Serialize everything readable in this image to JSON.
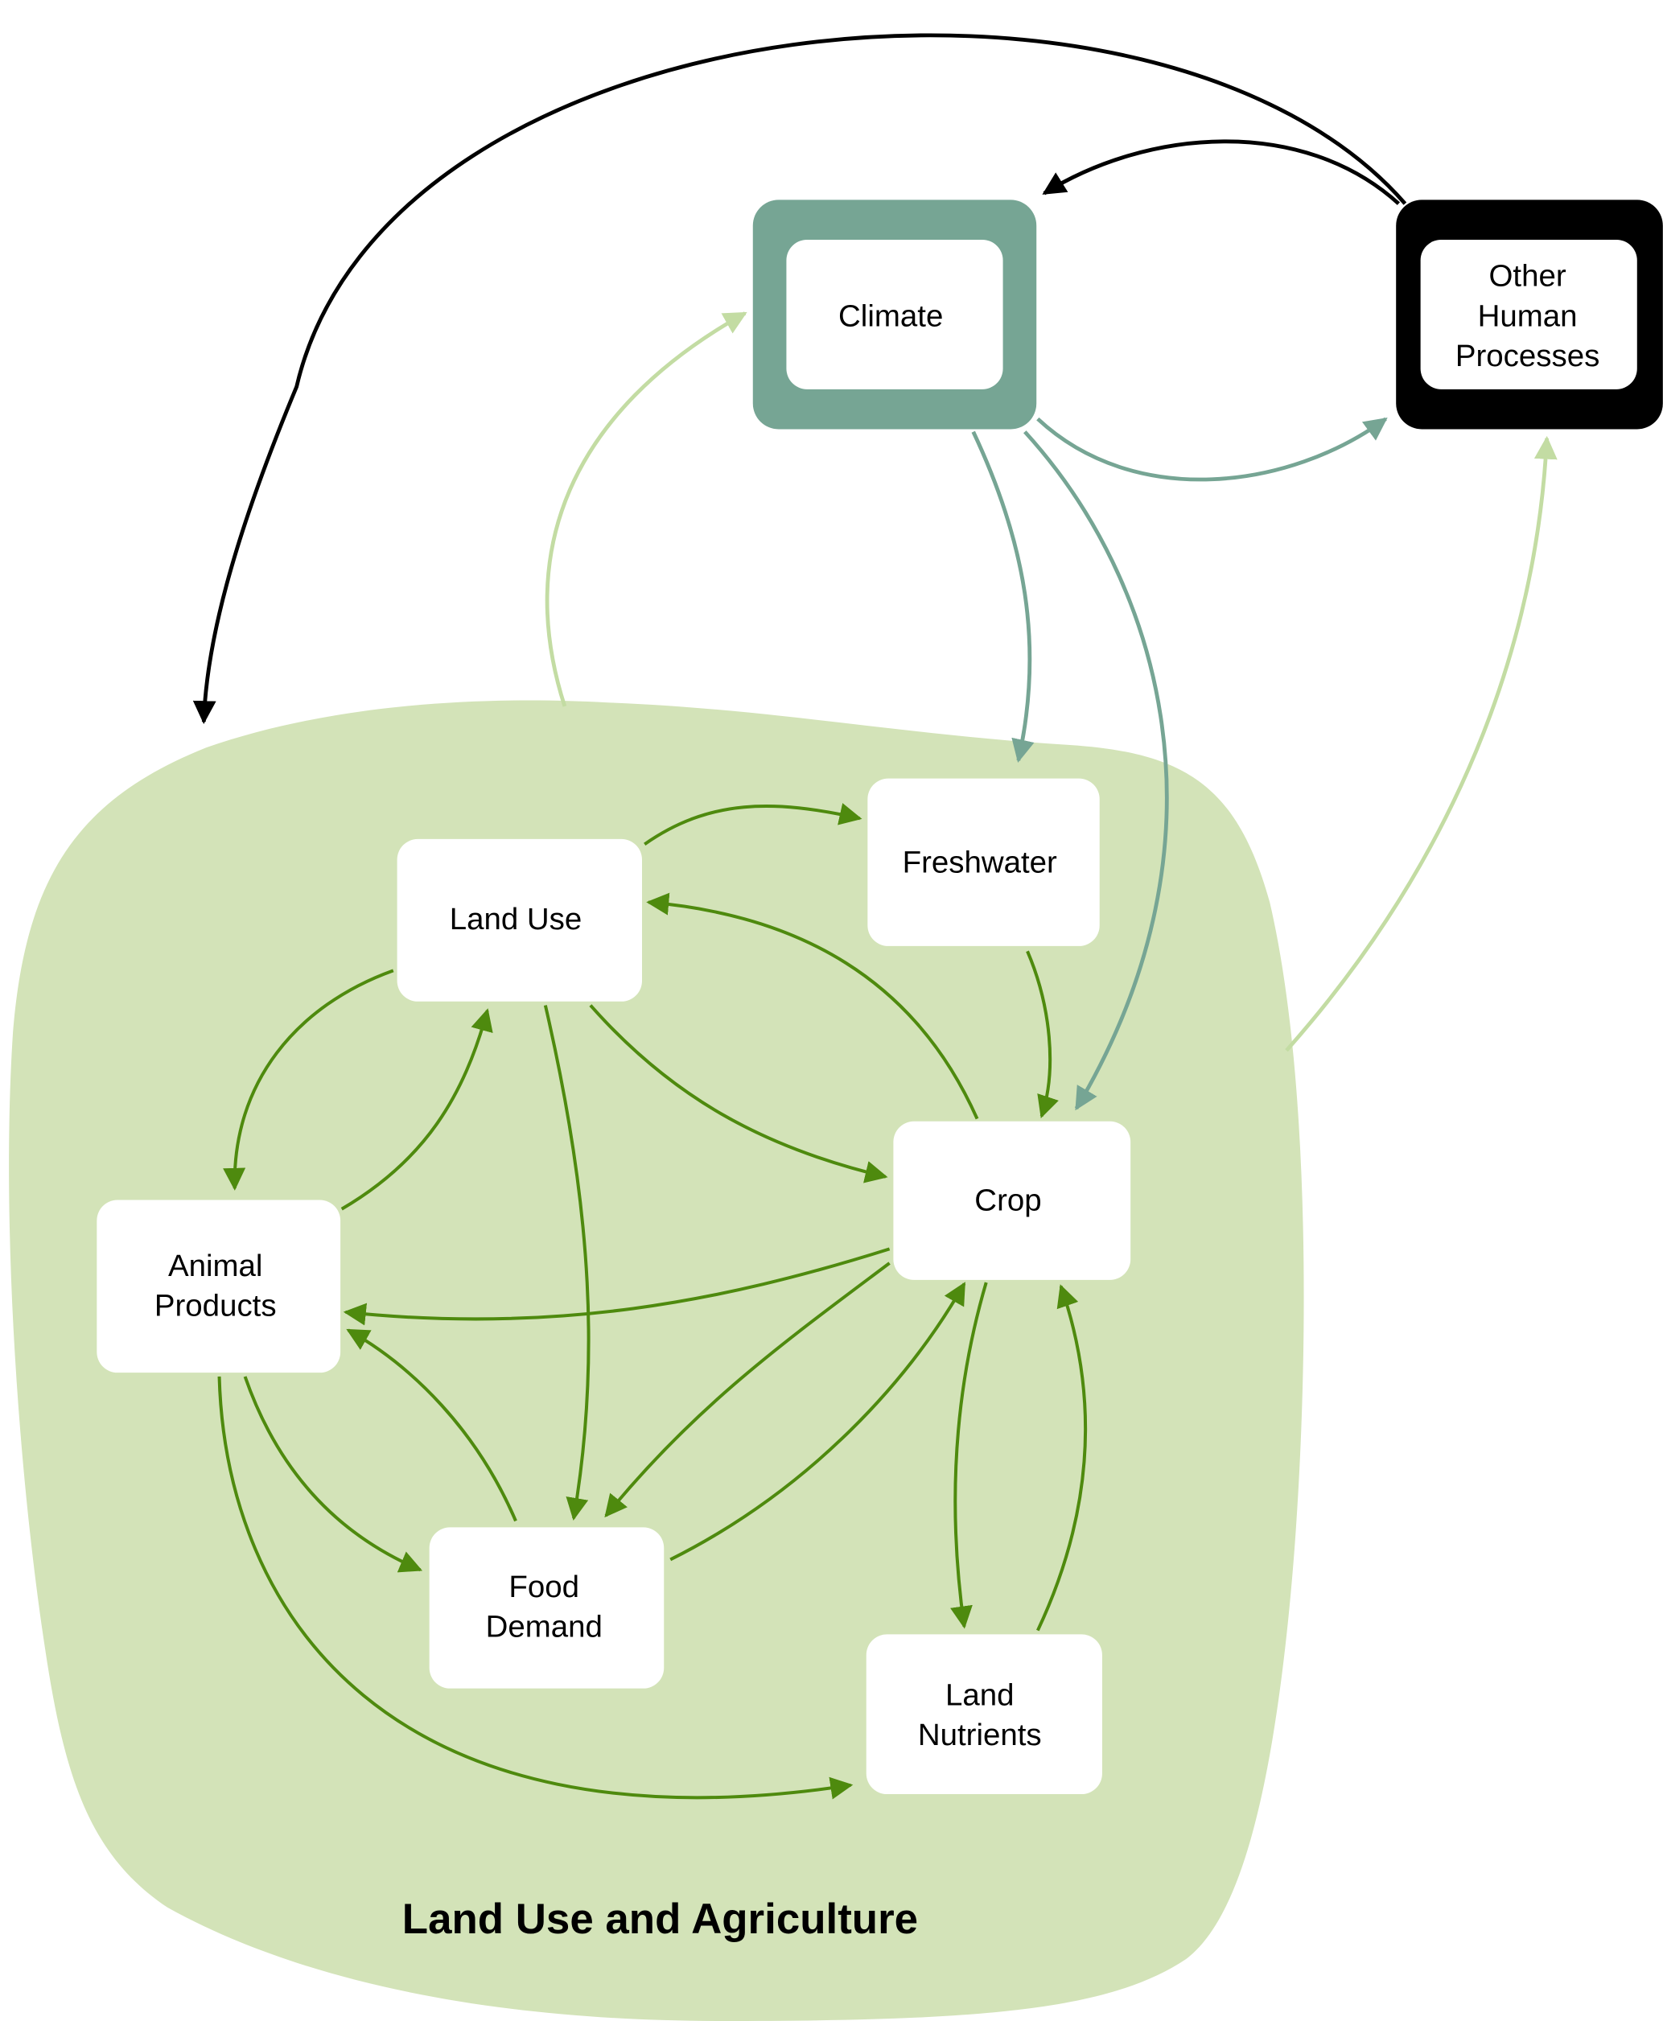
{
  "title": "Land Use and Agriculture",
  "colors": {
    "region_fill": "#d3e3b8",
    "internal_edge": "#4e8a0e",
    "climate_edge": "#76a594",
    "to_external_edge": "#c3dca3",
    "human_edge": "#000000",
    "climate_border": "#76a594",
    "human_border": "#000000",
    "node_fill": "#ffffff"
  },
  "nodes": [
    {
      "id": "climate",
      "lines": [
        "Climate"
      ]
    },
    {
      "id": "other-human",
      "lines": [
        "Other",
        "Human",
        "Processes"
      ]
    },
    {
      "id": "land-use",
      "lines": [
        "Land Use"
      ]
    },
    {
      "id": "freshwater",
      "lines": [
        "Freshwater"
      ]
    },
    {
      "id": "crop",
      "lines": [
        "Crop"
      ]
    },
    {
      "id": "animal-products",
      "lines": [
        "Animal",
        "Products"
      ]
    },
    {
      "id": "food-demand",
      "lines": [
        "Food",
        "Demand"
      ]
    },
    {
      "id": "land-nutrients",
      "lines": [
        "Land",
        "Nutrients"
      ]
    }
  ],
  "edges": [
    {
      "from": "other-human",
      "to": "land-use-and-agriculture",
      "kind": "human"
    },
    {
      "from": "other-human",
      "to": "climate",
      "kind": "human"
    },
    {
      "from": "climate",
      "to": "other-human",
      "kind": "climate"
    },
    {
      "from": "climate",
      "to": "freshwater",
      "kind": "climate"
    },
    {
      "from": "climate",
      "to": "crop",
      "kind": "climate"
    },
    {
      "from": "land-use-and-agriculture",
      "to": "climate",
      "kind": "to_external"
    },
    {
      "from": "land-use-and-agriculture",
      "to": "other-human",
      "kind": "to_external"
    },
    {
      "from": "land-use",
      "to": "freshwater",
      "kind": "internal"
    },
    {
      "from": "crop",
      "to": "land-use",
      "kind": "internal"
    },
    {
      "from": "freshwater",
      "to": "crop",
      "kind": "internal"
    },
    {
      "from": "land-use",
      "to": "crop",
      "kind": "internal"
    },
    {
      "from": "land-use",
      "to": "animal-products",
      "kind": "internal"
    },
    {
      "from": "animal-products",
      "to": "land-use",
      "kind": "internal"
    },
    {
      "from": "land-use",
      "to": "food-demand",
      "kind": "internal"
    },
    {
      "from": "crop",
      "to": "animal-products",
      "kind": "internal"
    },
    {
      "from": "crop",
      "to": "food-demand",
      "kind": "internal"
    },
    {
      "from": "food-demand",
      "to": "crop",
      "kind": "internal"
    },
    {
      "from": "food-demand",
      "to": "animal-products",
      "kind": "internal"
    },
    {
      "from": "animal-products",
      "to": "food-demand",
      "kind": "internal"
    },
    {
      "from": "animal-products",
      "to": "land-nutrients",
      "kind": "internal"
    },
    {
      "from": "crop",
      "to": "land-nutrients",
      "kind": "internal"
    },
    {
      "from": "land-nutrients",
      "to": "crop",
      "kind": "internal"
    }
  ]
}
